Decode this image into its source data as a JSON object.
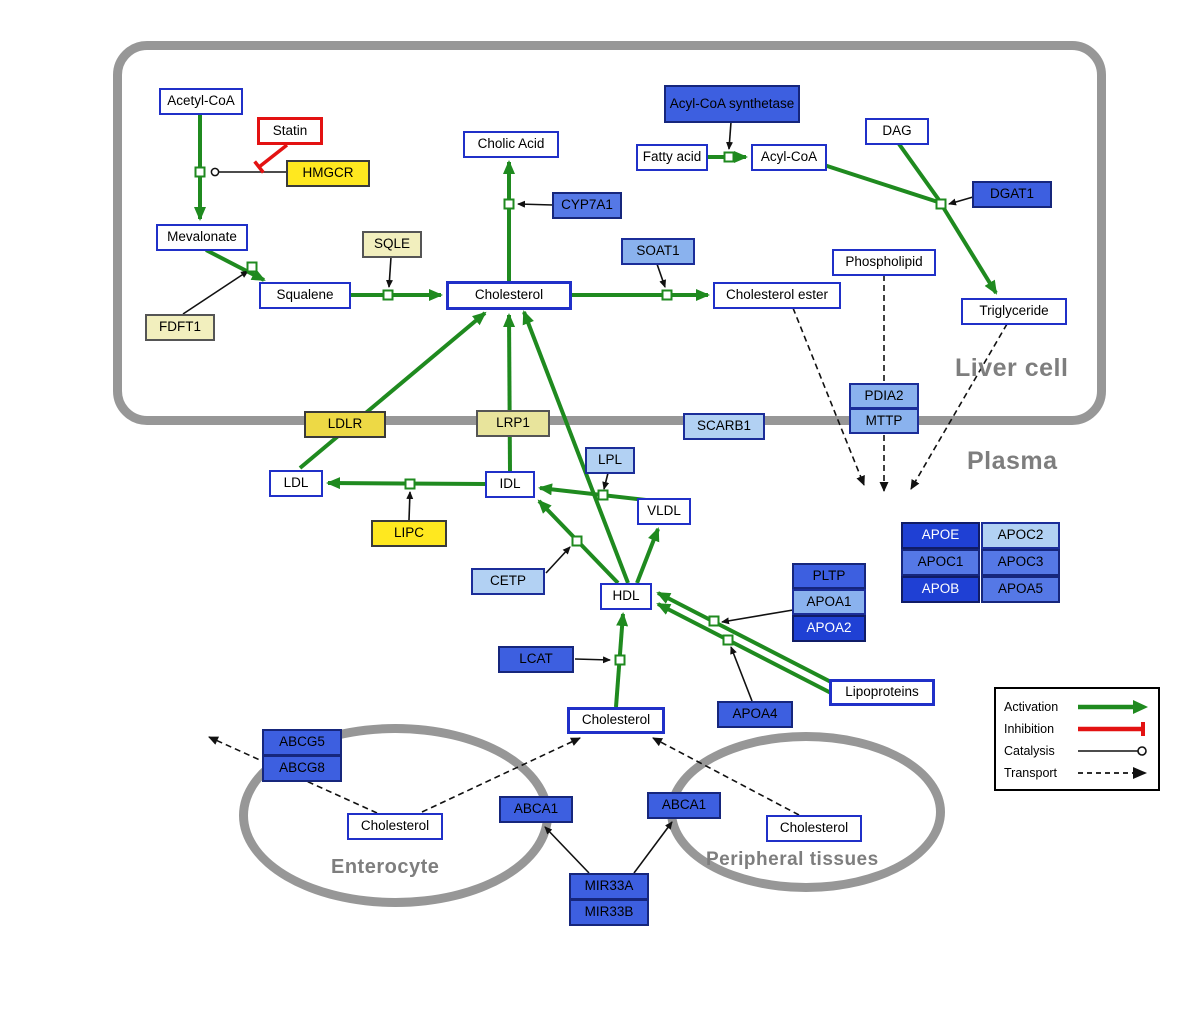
{
  "compartments": {
    "liver_cell": "Liver cell",
    "plasma": "Plasma",
    "enterocyte": "Enterocyte",
    "peripheral_tissues": "Peripheral tissues"
  },
  "nodes": {
    "acetyl_coa": "Acetyl-CoA",
    "statin": "Statin",
    "hmgcr": "HMGCR",
    "mevalonate": "Mevalonate",
    "fdft1": "FDFT1",
    "squalene": "Squalene",
    "sqle": "SQLE",
    "cholic_acid": "Cholic Acid",
    "cyp7a1": "CYP7A1",
    "cholesterol_liver": "Cholesterol",
    "soat1": "SOAT1",
    "cholesterol_ester": "Cholesterol ester",
    "acyl_coa_synthetase": "Acyl-CoA synthetase",
    "fatty_acid": "Fatty acid",
    "acyl_coa": "Acyl-CoA",
    "dag": "DAG",
    "dgat1": "DGAT1",
    "phospholipid": "Phospholipid",
    "triglyceride": "Triglyceride",
    "pdia2": "PDIA2",
    "mttp": "MTTP",
    "ldlr": "LDLR",
    "lrp1": "LRP1",
    "scarb1": "SCARB1",
    "ldl": "LDL",
    "idl": "IDL",
    "lipc": "LIPC",
    "lpl": "LPL",
    "vldl": "VLDL",
    "cetp": "CETP",
    "hdl": "HDL",
    "pltp": "PLTP",
    "apoa1": "APOA1",
    "apoa2": "APOA2",
    "lcat": "LCAT",
    "apoa4": "APOA4",
    "lipoproteins": "Lipoproteins",
    "apoe": "APOE",
    "apoc2": "APOC2",
    "apoc1": "APOC1",
    "apoc3": "APOC3",
    "apob": "APOB",
    "apoa5": "APOA5",
    "cholesterol_plasma": "Cholesterol",
    "abcg5": "ABCG5",
    "abcg8": "ABCG8",
    "cholesterol_enterocyte": "Cholesterol",
    "abca1_enterocyte": "ABCA1",
    "abca1_peripheral": "ABCA1",
    "cholesterol_peripheral": "Cholesterol",
    "mir33a": "MIR33A",
    "mir33b": "MIR33B"
  },
  "legend": {
    "activation": "Activation",
    "inhibition": "Inhibition",
    "catalysis": "Catalysis",
    "transport": "Transport"
  },
  "colors": {
    "activation_green": "#1f8a1f",
    "inhibition_red": "#e31212",
    "membrane_gray": "#979797",
    "metabolite_border_blue": "#2030c8",
    "gene_dark_blue": "#1f40d4",
    "gene_medium_blue": "#3d5fe0",
    "gene_light_blue": "#b2d1f3",
    "gene_yellow": "#ffe81f",
    "gene_pale_yellow": "#f2efbe"
  }
}
